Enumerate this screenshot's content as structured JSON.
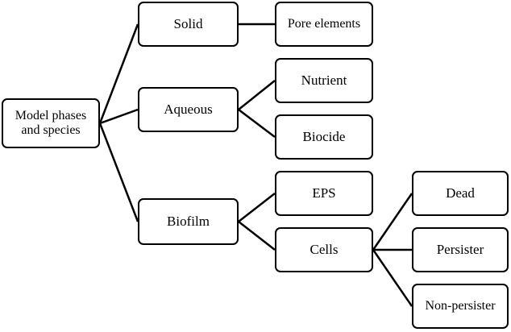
{
  "nodes": {
    "root": "Model phases and species",
    "solid": "Solid",
    "pore_elements": "Pore elements",
    "aqueous": "Aqueous",
    "nutrient": "Nutrient",
    "biocide": "Biocide",
    "biofilm": "Biofilm",
    "eps": "EPS",
    "cells": "Cells",
    "dead": "Dead",
    "persister": "Persister",
    "non_persister": "Non-persister"
  },
  "edges": [
    [
      "root",
      "solid"
    ],
    [
      "root",
      "aqueous"
    ],
    [
      "root",
      "biofilm"
    ],
    [
      "solid",
      "pore_elements"
    ],
    [
      "aqueous",
      "nutrient"
    ],
    [
      "aqueous",
      "biocide"
    ],
    [
      "biofilm",
      "eps"
    ],
    [
      "biofilm",
      "cells"
    ],
    [
      "cells",
      "dead"
    ],
    [
      "cells",
      "persister"
    ],
    [
      "cells",
      "non_persister"
    ]
  ]
}
